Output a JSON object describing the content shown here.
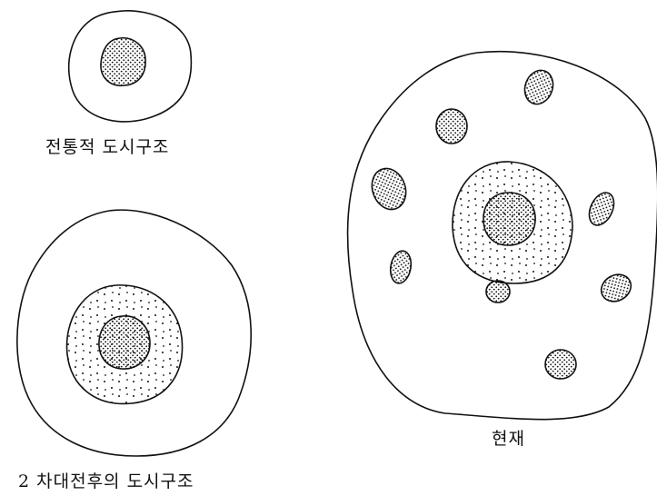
{
  "labels": {
    "traditional": "전통적 도시구조",
    "postwar": "2 차대전후의 도시구조",
    "current": "현재"
  },
  "colors": {
    "stroke": "#111111",
    "dot": "#111111",
    "background": "#ffffff"
  }
}
